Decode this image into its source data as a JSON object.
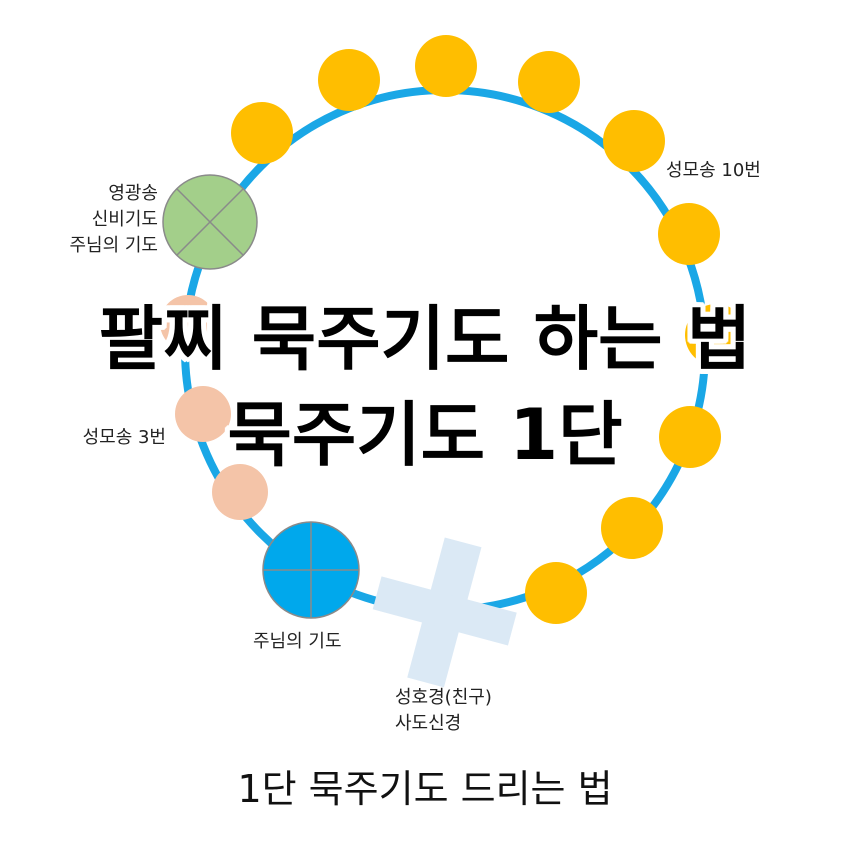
{
  "diagram": {
    "labels": {
      "glory_group": [
        "영광송",
        "신비기도",
        "주님의 기도"
      ],
      "hail_mary_ten": "성모송 10번",
      "hail_mary_three": "성모송 3번",
      "lords_prayer": "주님의 기도",
      "cross_group": [
        "성호경(친구)",
        "사도신경"
      ]
    },
    "colors": {
      "ring": "#1aa7e6",
      "decade_bead": "#ffbe00",
      "intro_bead": "#f4c4a8",
      "mystery_bead": "#a3cf8a",
      "lords_bead": "#00a8ec",
      "cross": "#dbe9f5",
      "bead_mark": "#8a8a8a"
    },
    "bead_counts": {
      "decade_beads": 10,
      "intro_beads": 3
    }
  },
  "headline": {
    "line1": "팔찌 묵주기도 하는 법",
    "line2": "묵주기도 1단"
  },
  "caption": "1단 묵주기도 드리는 법"
}
